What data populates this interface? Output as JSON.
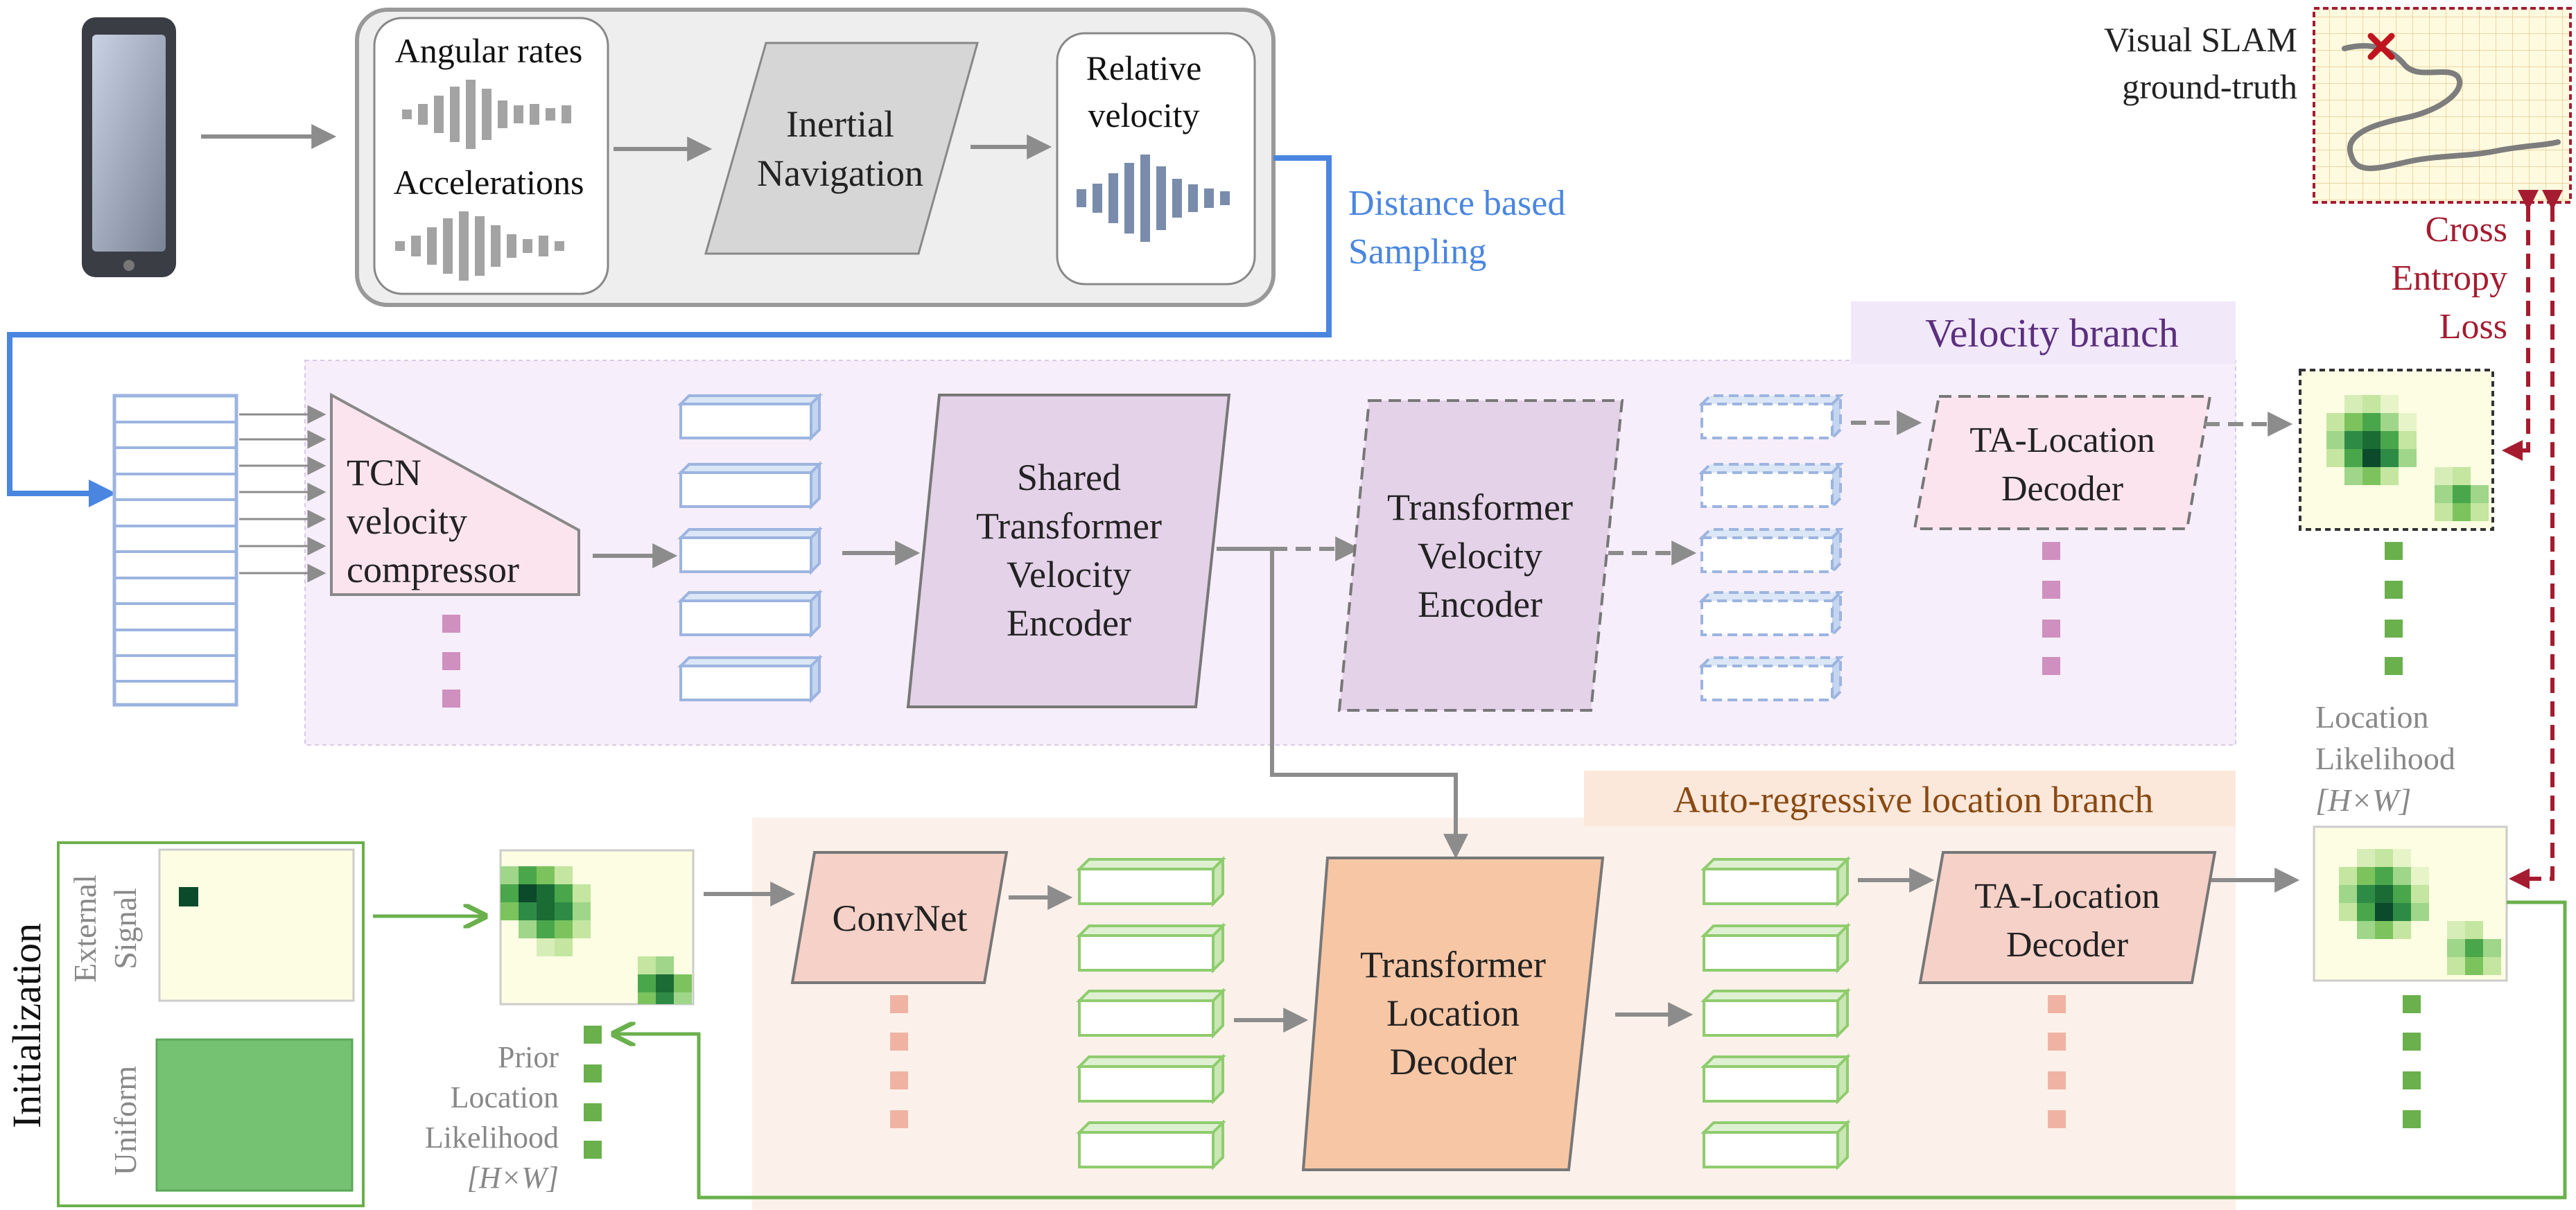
{
  "input_panel": {
    "angular_label": "Angular rates",
    "accel_label": "Accelerations",
    "inertial_line1": "Inertial",
    "inertial_line2": "Navigation",
    "relvel_line1": "Relative",
    "relvel_line2": "velocity"
  },
  "sampling_line1": "Distance based",
  "sampling_line2": "Sampling",
  "velocity_branch": {
    "title": "Velocity branch",
    "tcn_line1": "TCN",
    "tcn_line2": "velocity",
    "tcn_line3": "compressor",
    "shared_line1": "Shared",
    "shared_line2": "Transformer",
    "shared_line3": "Velocity",
    "shared_line4": "Encoder",
    "tve_line1": "Transformer",
    "tve_line2": "Velocity",
    "tve_line3": "Encoder",
    "ta_line1": "TA-Location",
    "ta_line2": "Decoder"
  },
  "ground_truth": {
    "line1": "Visual SLAM",
    "line2": "ground-truth",
    "loss_line1": "Cross",
    "loss_line2": "Entropy",
    "loss_line3": "Loss"
  },
  "location_branch": {
    "title": "Auto-regressive location branch",
    "convnet": "ConvNet",
    "tld_line1": "Transformer",
    "tld_line2": "Location",
    "tld_line3": "Decoder",
    "ta_line1": "TA-Location",
    "ta_line2": "Decoder"
  },
  "initialization": {
    "title": "Initialization",
    "external_line1": "External",
    "external_line2": "Signal",
    "uniform": "Uniform",
    "prior_line1": "Prior",
    "prior_line2": "Location",
    "prior_line3": "Likelihood",
    "prior_dims": "[H×W]"
  },
  "output_label": {
    "line1": "Location",
    "line2": "Likelihood",
    "dims": "[H×W]"
  },
  "colors": {
    "gray": "#8c8c8c",
    "blue": "#4a86e0",
    "purple": "#5b2f7e",
    "brown": "#8a4a12",
    "crimson": "#a51c30",
    "green": "#6ab04c",
    "pink_dot": "#cf8fbf",
    "salmon_dot": "#f0b3a3"
  }
}
